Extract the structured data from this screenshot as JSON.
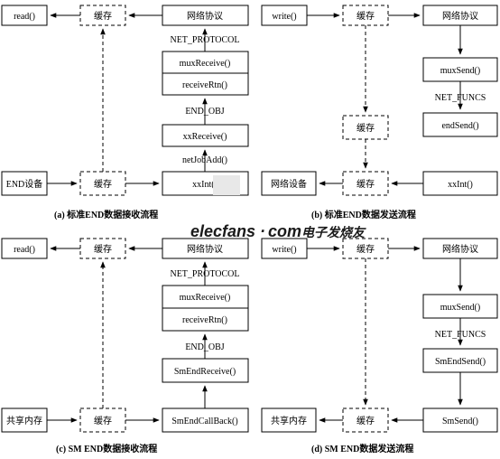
{
  "labels": {
    "read": "read()",
    "write": "write()",
    "cache": "缓存",
    "net_protocol": "网络协议",
    "net_protocol_const": "NET_PROTOCOL",
    "mux_receive": "muxReceive()",
    "receive_rtn": "receiveRtn()",
    "end_obj": "END_OBJ",
    "xx_receive": "xxReceive()",
    "net_job_add": "netJobAdd()",
    "end_device": "END设备",
    "xx_int": "xxInt()",
    "net_device": "网络设备",
    "mux_send": "muxSend()",
    "net_funcs": "NET_FUNCS",
    "end_send": "endSend()",
    "sm_end_receive": "SmEndReceive()",
    "sm_end_callback": "SmEndCallBack()",
    "shared_memory": "共享内存",
    "sm_end_send": "SmEndSend()",
    "sm_send": "SmSend()"
  },
  "captions": {
    "a": "(a) 标准END数据接收流程",
    "b": "(b) 标准END数据发送流程",
    "c": "(c) SM END数据接收流程",
    "d": "(d) SM END数据发送流程"
  },
  "watermark": {
    "brand": "elecfans",
    "dot": "·",
    "com": "com",
    "cn": "电子发烧友"
  }
}
